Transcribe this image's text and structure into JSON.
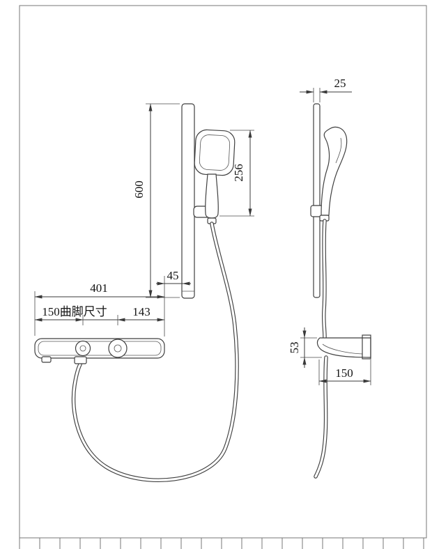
{
  "drawing": {
    "front": {
      "bar_height": "600",
      "head_length": "256",
      "bar_offset": "45",
      "shelf_width": "401",
      "foot_note": "150曲脚尺寸",
      "knob_spacing": "143"
    },
    "side": {
      "bar_depth": "25",
      "shelf_height": "53",
      "shelf_depth": "150"
    }
  },
  "colors": {
    "line": "#3f3f3f",
    "background": "#ffffff"
  }
}
